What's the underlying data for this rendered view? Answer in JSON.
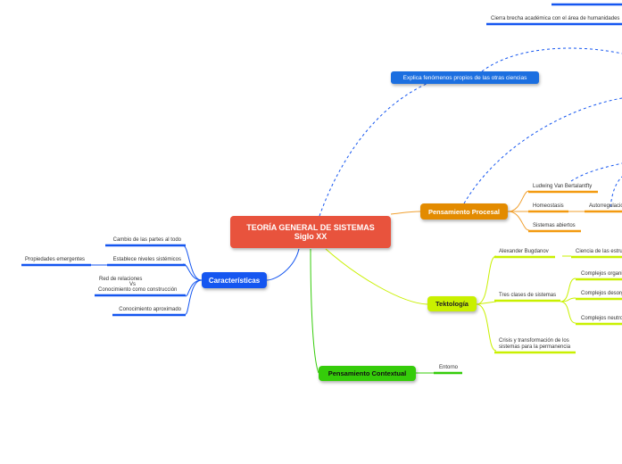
{
  "central": {
    "line1": "TEORÍA GENERAL DE SISTEMAS",
    "line2": "Siglo XX"
  },
  "caracteristicas": {
    "label": "Características",
    "items": [
      "Cambio de las partes al todo",
      "Establece niveles sistémicos",
      "Red de relaciones",
      "Vs",
      "Conocimiento como construcción",
      "Conocimiento aproximado"
    ],
    "sub": "Propiedades emergentes"
  },
  "procesal": {
    "label": "Pensamiento Procesal",
    "items": [
      "Ludwing Van Bertalantfty",
      "Homeostasis",
      "Sistemas abiertos"
    ],
    "sub": "Autorregulación"
  },
  "tektologia": {
    "label": "Tektología",
    "items": [
      "Alexander Bugdanov",
      "Tres clases de sistemas",
      "Crisis y transformación de los",
      "sistemas para la permanencia"
    ],
    "sub1": "Ciencia de las estructuras",
    "subs": [
      "Complejos organizados",
      "Complejos desorganizados",
      "Complejos neutros"
    ]
  },
  "contextual": {
    "label": "Pensamiento Contextual",
    "items": [
      "Entorno"
    ]
  },
  "top": {
    "explica": "Explica fenómenos propios de las otras ciencias",
    "brecha": "Cierra brecha académica con el área de humanidades"
  },
  "colors": {
    "central": "#e8533d",
    "blue": "#1556f0",
    "orange": "#e38b00",
    "lime": "#c9f000",
    "green": "#35cc0a"
  }
}
